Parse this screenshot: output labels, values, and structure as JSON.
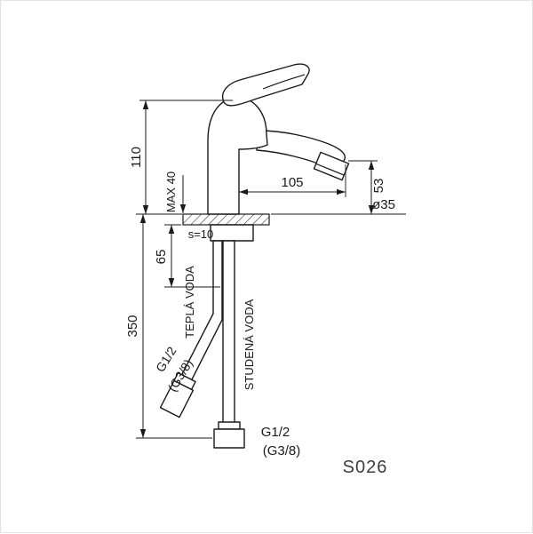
{
  "drawing": {
    "product_code": "S026",
    "dims": {
      "height": "110",
      "max_thickness": "MAX 40",
      "reach": "105",
      "outlet_height": "53",
      "hole_dia": "ø35",
      "flange_thickness": "s=10",
      "shank_length": "65",
      "hose_length": "350"
    },
    "labels": {
      "hot": "TEPLÁ VODA",
      "cold": "STUDENÁ VODA",
      "hot_thread": "G1/2",
      "hot_thread_alt": "(G3/8)",
      "bottom_thread": "G1/2",
      "bottom_thread_alt": "(G3/8)"
    }
  }
}
